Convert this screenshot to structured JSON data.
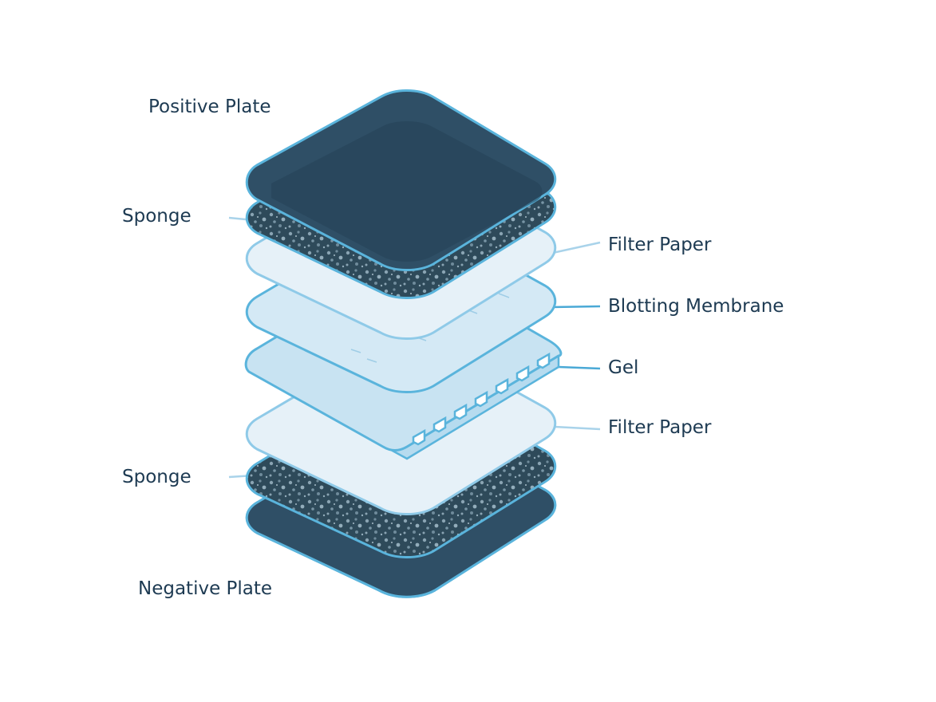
{
  "labels": {
    "positive_plate": "Positive Plate",
    "sponge_top": "Sponge",
    "filter_paper_top": "Filter Paper",
    "blotting_membrane": "Blotting Membrane",
    "gel": "Gel",
    "filter_paper_bottom": "Filter Paper",
    "sponge_bottom": "Sponge",
    "negative_plate": "Negative Plate"
  },
  "colors": {
    "plate": "#2f4f66",
    "outline": "#5ab4dc",
    "sponge": "#2e4a5a",
    "paper": "#e6f1f8",
    "membrane": "#d4e9f5",
    "gel": "#c8e3f2",
    "leader_light": "#a9d3ea",
    "leader_dark": "#4aa9d6",
    "text": "#1d3a52"
  }
}
